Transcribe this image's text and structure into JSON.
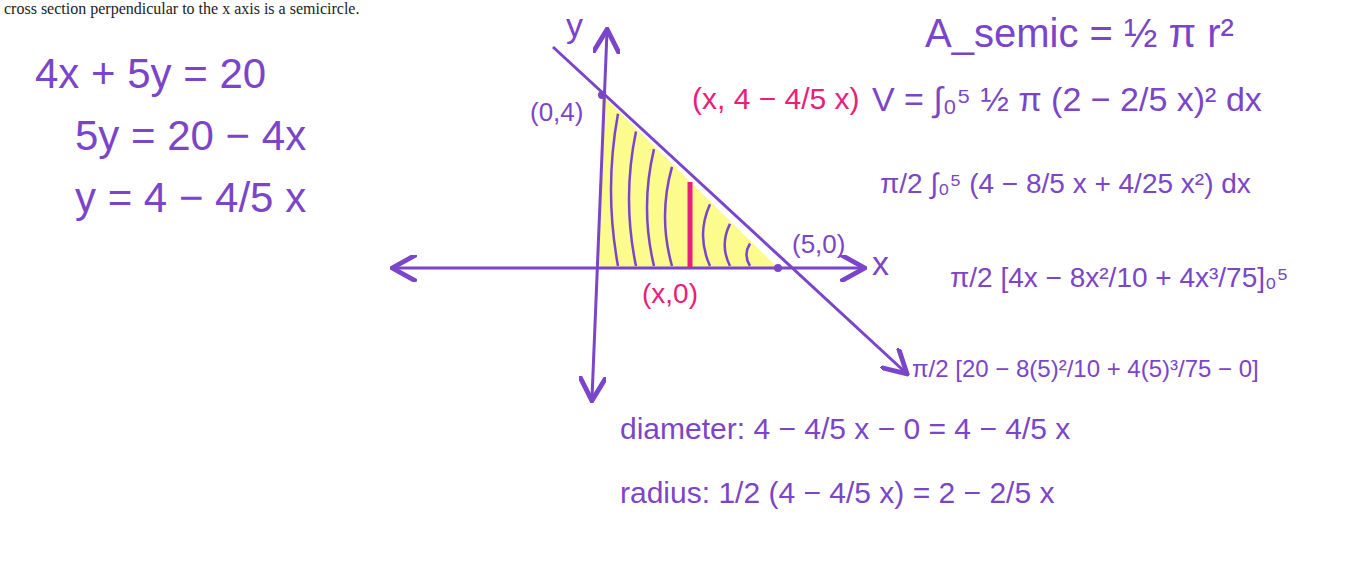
{
  "diagram": {
    "labels": [
      "cross section perpendicular to the x axis is a semicircle.",
      "4x + 5y = 20",
      "5y = 20 − 4x",
      "y = 4 − 4/5 x",
      "y",
      "x",
      "(0,4)",
      "(x, 4 − 4/5 x)",
      "(x,0)",
      "(5,0)",
      "A_semic = ½ π r²",
      "V = ∫₀⁵ ½ π (2 − 2/5 x)² dx",
      "π/2 ∫₀⁵ (4 − 8/5 x + 4/25 x²) dx",
      "π/2 [4x − 8x²/10 + 4x³/75]₀⁵",
      "π/2 [20 − 8(5)²/10 + 4(5)³/75 − 0]",
      "diameter: 4 − 4/5 x − 0 = 4 − 4/5 x",
      "radius: 1/2 (4 − 4/5 x) = 2 − 2/5 x"
    ]
  }
}
